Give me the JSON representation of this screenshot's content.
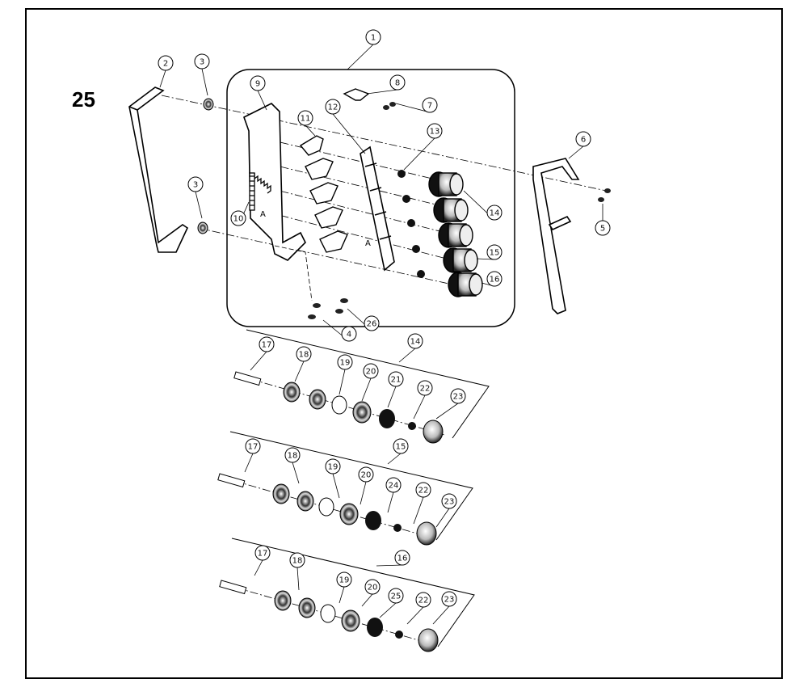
{
  "page_label": "25",
  "assembly_note_letter": "A",
  "callouts": [
    {
      "label": "1"
    },
    {
      "label": "2"
    },
    {
      "label": "3"
    },
    {
      "label": "3"
    },
    {
      "label": "4"
    },
    {
      "label": "5"
    },
    {
      "label": "6"
    },
    {
      "label": "7"
    },
    {
      "label": "8"
    },
    {
      "label": "9"
    },
    {
      "label": "10"
    },
    {
      "label": "11"
    },
    {
      "label": "12"
    },
    {
      "label": "13"
    },
    {
      "label": "14"
    },
    {
      "label": "15"
    },
    {
      "label": "16"
    },
    {
      "label": "26"
    },
    {
      "label": "14"
    },
    {
      "label": "17"
    },
    {
      "label": "18"
    },
    {
      "label": "19"
    },
    {
      "label": "20"
    },
    {
      "label": "21"
    },
    {
      "label": "22"
    },
    {
      "label": "23"
    },
    {
      "label": "15"
    },
    {
      "label": "17"
    },
    {
      "label": "18"
    },
    {
      "label": "19"
    },
    {
      "label": "20"
    },
    {
      "label": "24"
    },
    {
      "label": "22"
    },
    {
      "label": "23"
    },
    {
      "label": "16"
    },
    {
      "label": "17"
    },
    {
      "label": "18"
    },
    {
      "label": "19"
    },
    {
      "label": "20"
    },
    {
      "label": "25"
    },
    {
      "label": "22"
    },
    {
      "label": "23"
    }
  ]
}
